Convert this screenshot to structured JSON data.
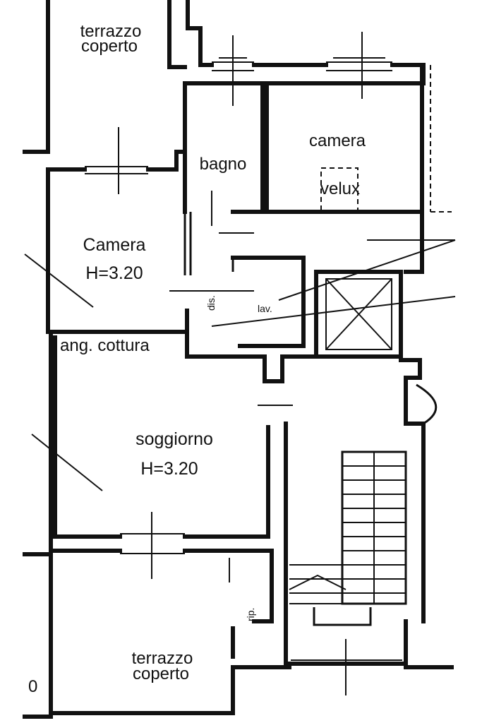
{
  "rooms": {
    "terrace_top": {
      "line1": "terrazzo",
      "line2": "coperto"
    },
    "bathroom": {
      "label": "bagno"
    },
    "bedroom_right": {
      "label": "camera"
    },
    "skylight": {
      "label": "velux"
    },
    "bedroom_left": {
      "label": "Camera",
      "height": "H=3.20"
    },
    "hall": {
      "label": "dis."
    },
    "laundry": {
      "label": "lav."
    },
    "kitchenette": {
      "label": "ang. cottura"
    },
    "living": {
      "label": "soggiorno",
      "height": "H=3.20"
    },
    "storage": {
      "label": "rip."
    },
    "terrace_bottom": {
      "line1": "terrazzo",
      "line2": "coperto"
    }
  },
  "edge_mark": "0"
}
